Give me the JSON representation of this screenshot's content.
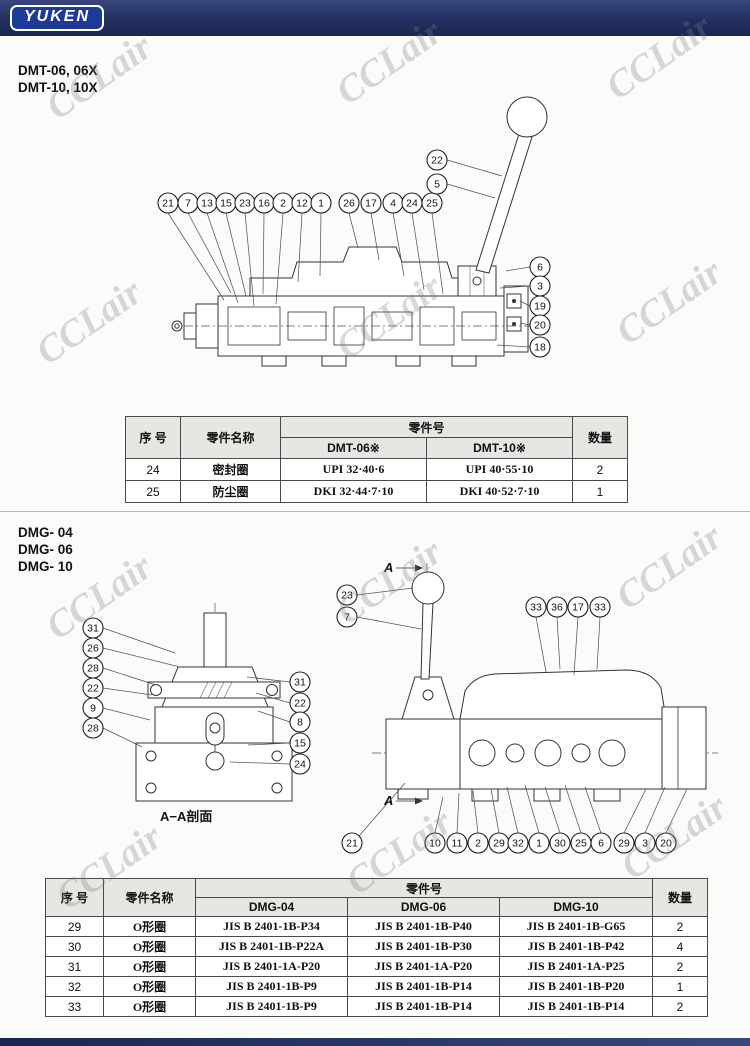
{
  "page": {
    "brand": "YUKEN",
    "watermark": "CCLair"
  },
  "dmt": {
    "title1": "DMT-06, 06X",
    "title2": "DMT-10, 10X",
    "callouts": {
      "top": [
        "21",
        "7",
        "13",
        "15",
        "23",
        "16",
        "2",
        "12",
        "1",
        "26",
        "17",
        "4",
        "24",
        "25"
      ],
      "lever": [
        "22",
        "5"
      ],
      "right": [
        "6",
        "3",
        "19",
        "20",
        "18"
      ]
    },
    "table": {
      "headers": {
        "no": "序 号",
        "name": "零件名称",
        "part": "零件号",
        "sub1": "DMT-06※",
        "sub2": "DMT-10※",
        "qty": "数量"
      },
      "rows": [
        {
          "no": "24",
          "name": "密封圈",
          "p1": "UPI 32·40·6",
          "p2": "UPI 40·55·10",
          "qty": "2"
        },
        {
          "no": "25",
          "name": "防尘圈",
          "p1": "DKI 32·44·7·10",
          "p2": "DKI 40·52·7·10",
          "qty": "1"
        }
      ]
    }
  },
  "dmg": {
    "title1": "DMG- 04",
    "title2": "DMG- 06",
    "title3": "DMG- 10",
    "section_label": "A−A剖面",
    "arrow_label": "A",
    "callouts": {
      "left_col": [
        "31",
        "26",
        "28",
        "22",
        "9",
        "28"
      ],
      "mid_col": [
        "31",
        "22",
        "8",
        "15",
        "24"
      ],
      "lever": [
        "23",
        "7"
      ],
      "top_row": [
        "33",
        "36",
        "17",
        "33"
      ],
      "bottom_left": "21",
      "bottom_row": [
        "10",
        "11",
        "2",
        "29",
        "32",
        "1",
        "30",
        "25",
        "6",
        "29",
        "3",
        "20"
      ]
    },
    "table": {
      "headers": {
        "no": "序 号",
        "name": "零件名称",
        "part": "零件号",
        "sub1": "DMG-04",
        "sub2": "DMG-06",
        "sub3": "DMG-10",
        "qty": "数量"
      },
      "rows": [
        {
          "no": "29",
          "name": "O形圈",
          "p1": "JIS B 2401-1B-P34",
          "p2": "JIS B 2401-1B-P40",
          "p3": "JIS B 2401-1B-G65",
          "qty": "2"
        },
        {
          "no": "30",
          "name": "O形圈",
          "p1": "JIS B 2401-1B-P22A",
          "p2": "JIS B 2401-1B-P30",
          "p3": "JIS B 2401-1B-P42",
          "qty": "4"
        },
        {
          "no": "31",
          "name": "O形圈",
          "p1": "JIS B 2401-1A-P20",
          "p2": "JIS B 2401-1A-P20",
          "p3": "JIS B 2401-1A-P25",
          "qty": "2"
        },
        {
          "no": "32",
          "name": "O形圈",
          "p1": "JIS B 2401-1B-P9",
          "p2": "JIS B 2401-1B-P14",
          "p3": "JIS B 2401-1B-P20",
          "qty": "1"
        },
        {
          "no": "33",
          "name": "O形圈",
          "p1": "JIS B 2401-1B-P9",
          "p2": "JIS B 2401-1B-P14",
          "p3": "JIS B 2401-1B-P14",
          "qty": "2"
        }
      ]
    }
  }
}
